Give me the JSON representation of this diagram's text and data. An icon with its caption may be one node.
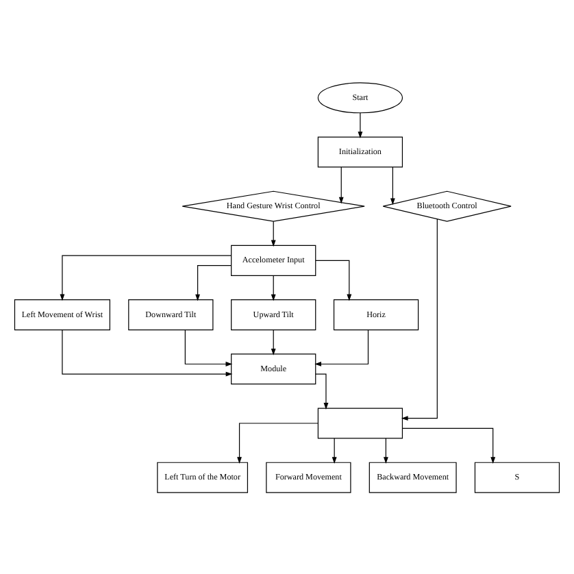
{
  "diagram": {
    "nodes": [
      {
        "text": [
          "Start"
        ]
      },
      {
        "text": [
          "Initialization"
        ]
      },
      {
        "text": [
          "Hand Gesture Wrist Control"
        ]
      },
      {
        "text": [
          "Bluetooth Control"
        ]
      },
      {
        "text": [
          "Accelometer Input"
        ]
      },
      {
        "text": [
          "Left Movement of Wrist"
        ]
      },
      {
        "text": [
          "Downward Tilt"
        ]
      },
      {
        "text": [
          "Upward Tilt"
        ]
      },
      {
        "text": [
          "Horiz"
        ]
      },
      {
        "text": [
          "Module"
        ]
      },
      {
        "text": [],
        "shape": "box"
      },
      {
        "text": [
          "Left Turn of the Motor"
        ]
      },
      {
        "text": [
          "Forward Movement"
        ]
      },
      {
        "text": [
          "Backward Movement"
        ]
      },
      {
        "text": [
          "S"
        ]
      }
    ],
    "edges": [
      {
        "from": 0,
        "to": 1,
        "arrow": "to"
      },
      {
        "from": 1,
        "to": 2,
        "arrow": "to"
      },
      {
        "from": 1,
        "to": 3,
        "arrow": "to"
      },
      {
        "from": 2,
        "to": 4,
        "arrow": "to"
      },
      {
        "from": 4,
        "to": 5,
        "arrow": "to"
      },
      {
        "from": 4,
        "to": 6,
        "arrow": "to"
      },
      {
        "from": 4,
        "to": 7,
        "arrow": "to"
      },
      {
        "from": 4,
        "to": 8,
        "arrow": "to"
      },
      {
        "from": 5,
        "to": 9,
        "arrow": "to"
      },
      {
        "from": 6,
        "to": 9,
        "arrow": "to"
      },
      {
        "from": 7,
        "to": 9,
        "arrow": "to"
      },
      {
        "from": 8,
        "to": 9,
        "arrow": "to"
      },
      {
        "from": 9,
        "to": 10,
        "arrow": "to"
      },
      {
        "from": 3,
        "to": 10,
        "arrow": "to"
      },
      {
        "from": 10,
        "to": 11,
        "arrow": "to"
      },
      {
        "from": 10,
        "to": 12,
        "arrow": "to"
      },
      {
        "from": 10,
        "to": 13,
        "arrow": "to"
      },
      {
        "from": 10,
        "to": 14,
        "arrow": "to"
      }
    ]
  }
}
